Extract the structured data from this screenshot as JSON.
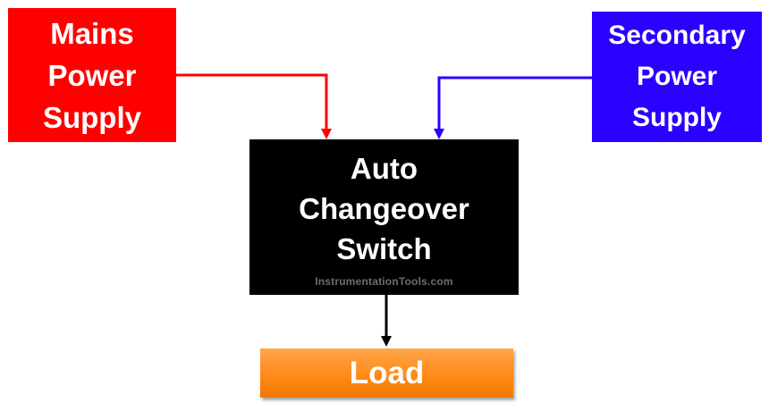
{
  "diagram": {
    "mains_supply": {
      "lines": [
        "Mains",
        "Power",
        "Supply"
      ],
      "color": "#ff0000"
    },
    "secondary_supply": {
      "lines": [
        "Secondary",
        "Power",
        "Supply"
      ],
      "color": "#2a00ff"
    },
    "changeover_switch": {
      "lines": [
        "Auto",
        "Changeover",
        "Switch"
      ],
      "color": "#000000",
      "watermark": "InstrumentationTools.com"
    },
    "load": {
      "label": "Load",
      "color": "#ff8a17"
    },
    "connectors": [
      {
        "from": "Mains Power Supply",
        "to": "Auto Changeover Switch",
        "color": "#ff0000"
      },
      {
        "from": "Secondary Power Supply",
        "to": "Auto Changeover Switch",
        "color": "#2a00ff"
      },
      {
        "from": "Auto Changeover Switch",
        "to": "Load",
        "color": "#000000"
      }
    ]
  }
}
